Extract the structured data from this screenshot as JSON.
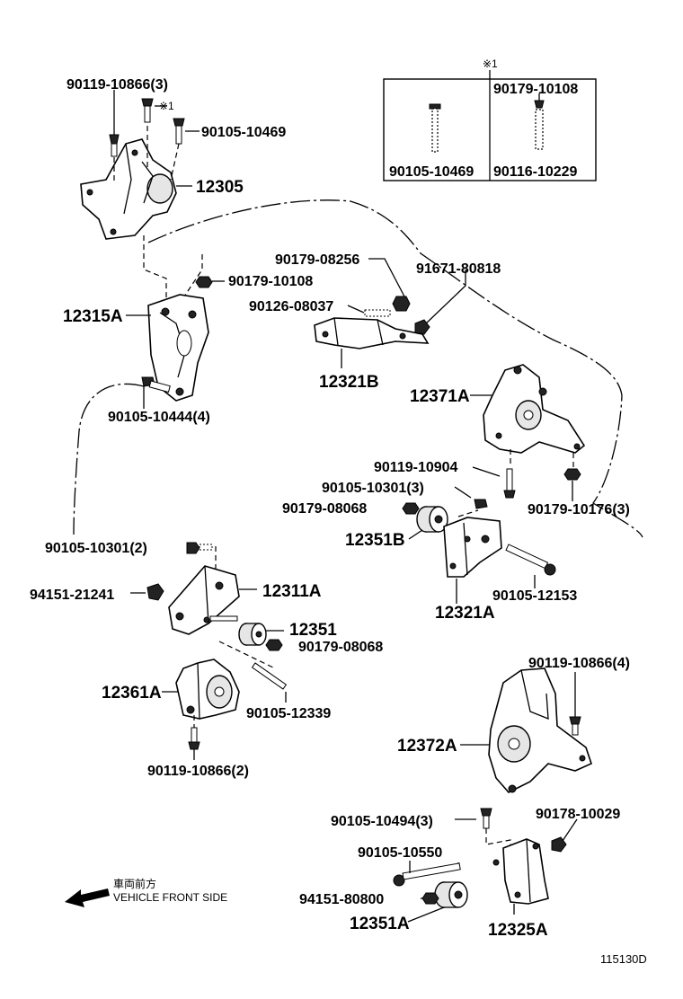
{
  "inset": {
    "marker": "※1",
    "left_label": "90105-10469",
    "right_top_label": "90179-10108",
    "right_bottom_label": "90116-10229"
  },
  "labels": {
    "p90119_10866_3": "90119-10866(3)",
    "p_marker1": "※1",
    "p90105_10469": "90105-10469",
    "p12305": "12305",
    "p90179_10108": "90179-10108",
    "p12315A": "12315A",
    "p90105_10444_4": "90105-10444(4)",
    "p90179_08256": "90179-08256",
    "p91671_80818": "91671-80818",
    "p90126_08037": "90126-08037",
    "p12321B": "12321B",
    "p12371A": "12371A",
    "p90119_10904": "90119-10904",
    "p90105_10301_3": "90105-10301(3)",
    "p90179_08068_a": "90179-08068",
    "p90179_10176_3": "90179-10176(3)",
    "p12351B": "12351B",
    "p90105_10301_2": "90105-10301(2)",
    "p90105_12153": "90105-12153",
    "p94151_21241": "94151-21241",
    "p12311A": "12311A",
    "p12321A": "12321A",
    "p12351": "12351",
    "p90179_08068_b": "90179-08068",
    "p12361A": "12361A",
    "p90105_12339": "90105-12339",
    "p90119_10866_4": "90119-10866(4)",
    "p90119_10866_2": "90119-10866(2)",
    "p12372A": "12372A",
    "p90105_10494_3": "90105-10494(3)",
    "p90178_10029": "90178-10029",
    "p90105_10550": "90105-10550",
    "p94151_80800": "94151-80800",
    "p12351A": "12351A",
    "p12325A": "12325A"
  },
  "legend": {
    "japanese": "車両前方",
    "english": "VEHICLE FRONT SIDE"
  },
  "figure_id": "115130D"
}
